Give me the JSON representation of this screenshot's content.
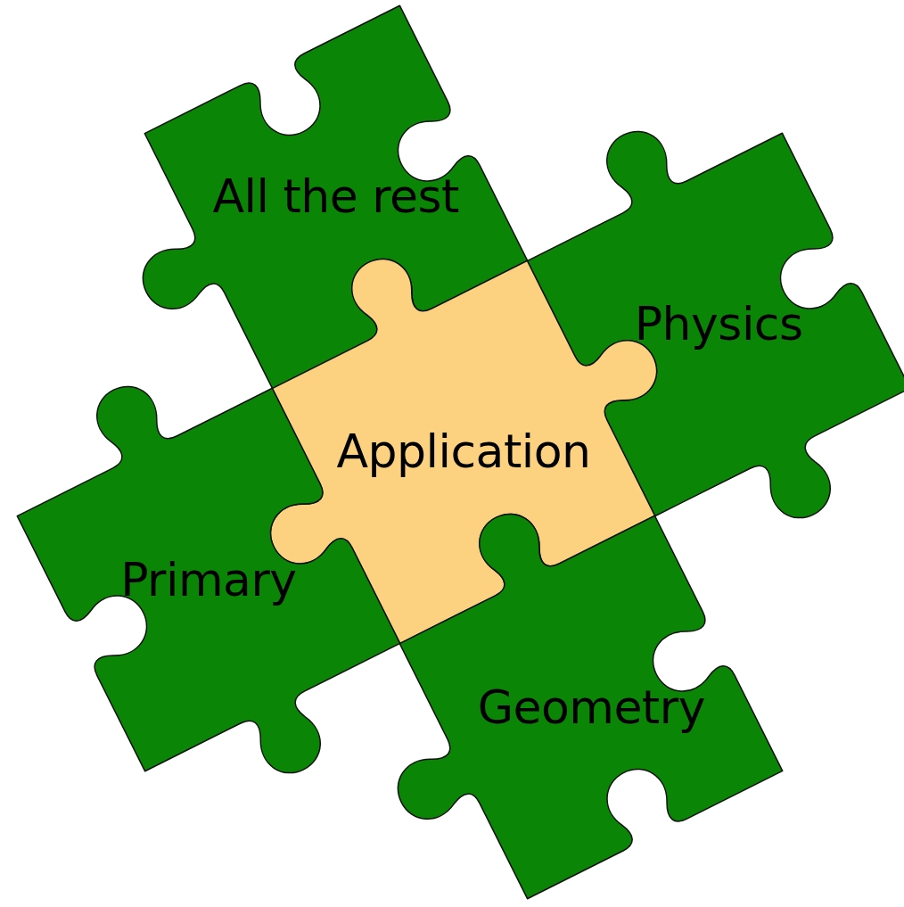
{
  "diagram": {
    "nodes": [
      {
        "text": [
          "All the rest"
        ]
      },
      {
        "text": [
          "Physics"
        ]
      },
      {
        "text": [
          "Application"
        ]
      },
      {
        "text": [
          "Primary"
        ]
      },
      {
        "text": [
          "Geometry"
        ]
      }
    ]
  }
}
